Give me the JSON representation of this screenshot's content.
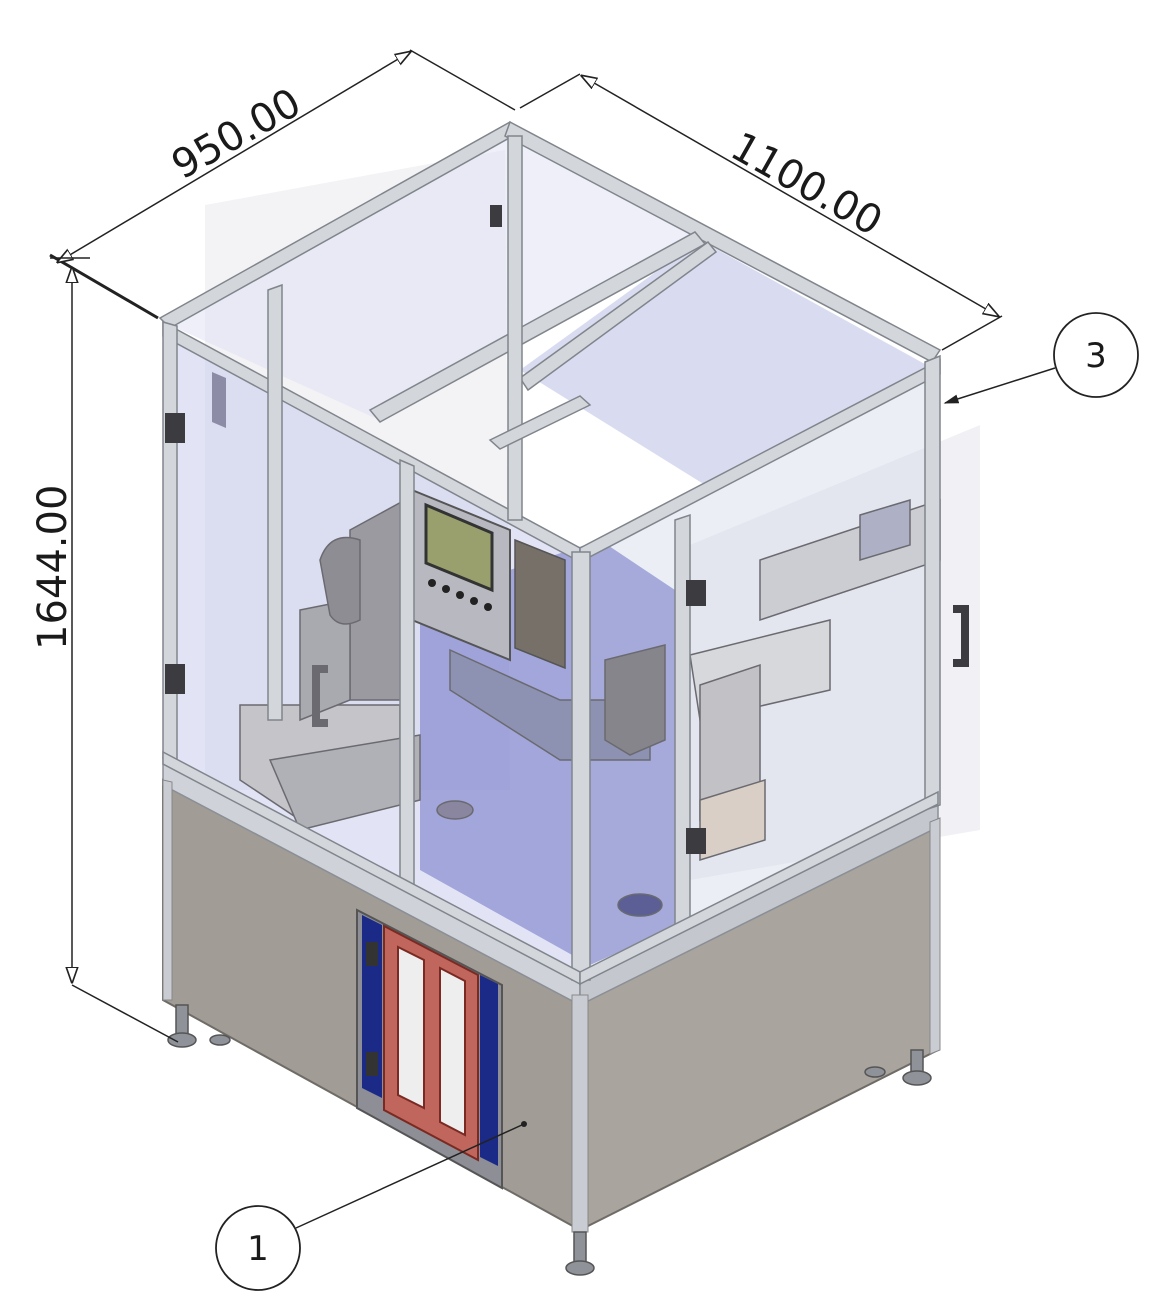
{
  "dimensions": {
    "width": "950.00",
    "depth": "1100.00",
    "height": "1644.00"
  },
  "balloons": {
    "panel": "1",
    "enclosure": "3"
  }
}
